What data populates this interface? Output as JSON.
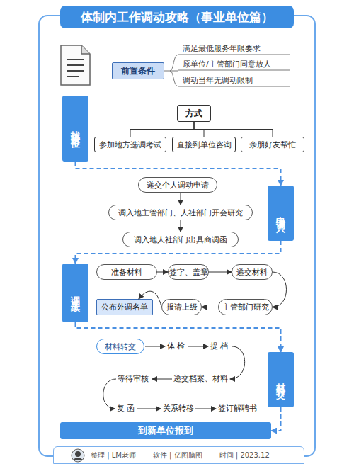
{
  "diagram": {
    "title": "体制内工作调动攻略（事业单位篇）",
    "nodes": [
      {
        "text": [
          "前置条件"
        ]
      },
      {
        "text": [
          "找接收单位"
        ]
      },
      {
        "text": [
          "方式"
        ]
      },
      {
        "text": [
          "参加地方选调考试"
        ]
      },
      {
        "text": [
          "直接到单位咨询"
        ]
      },
      {
        "text": [
          "亲朋好友帮忙"
        ]
      },
      {
        "text": [
          "申请调入"
        ]
      },
      {
        "text": [
          "递交个人调动申请"
        ]
      },
      {
        "text": [
          "调入地主管部门、人社部门开会研究"
        ]
      },
      {
        "text": [
          "调入地人社部门出具商调函"
        ]
      },
      {
        "text": [
          "调动手续"
        ]
      },
      {
        "text": [
          "准备材料"
        ]
      },
      {
        "text": [
          "签字、盖章"
        ]
      },
      {
        "text": [
          "递交材料"
        ]
      },
      {
        "text": [
          "公布外调名单"
        ]
      },
      {
        "text": [
          "报请上级"
        ]
      },
      {
        "text": [
          "主管部门研究"
        ]
      },
      {
        "text": [
          "材料转交"
        ]
      },
      {
        "text": [
          "材料转交"
        ]
      },
      {
        "text": [
          "到新单位报到"
        ]
      },
      {
        "text": [
          "整理 | LM老师",
          "软件 | 亿图脑图",
          "时间 | 2023.12"
        ]
      }
    ],
    "edges": [
      {
        "from": 2,
        "to": 3,
        "arrow": "none"
      },
      {
        "from": 2,
        "to": 4,
        "arrow": "none"
      },
      {
        "from": 2,
        "to": 5,
        "arrow": "none"
      },
      {
        "from": 1,
        "to": 6,
        "arrow": "to"
      },
      {
        "from": 7,
        "to": 8,
        "arrow": "to"
      },
      {
        "from": 8,
        "to": 9,
        "arrow": "to"
      },
      {
        "from": 6,
        "to": 10,
        "arrow": "to"
      },
      {
        "from": 11,
        "to": 12,
        "arrow": "to"
      },
      {
        "from": 12,
        "to": 13,
        "arrow": "to"
      },
      {
        "from": 13,
        "to": 16,
        "arrow": "to"
      },
      {
        "from": 16,
        "to": 15,
        "arrow": "to"
      },
      {
        "from": 15,
        "to": 14,
        "arrow": "to"
      },
      {
        "from": 10,
        "to": 18,
        "arrow": "to"
      },
      {
        "from": 18,
        "to": 19,
        "arrow": "to"
      }
    ],
    "labels": [
      "满足最低服务年限要求",
      "原单位/主管部门同意放人",
      "调动当年无调动限制",
      "体 检",
      "提 档",
      "递交档案、材料",
      "等待审核",
      "复 函",
      "关系转移",
      "签订解聘书"
    ]
  }
}
